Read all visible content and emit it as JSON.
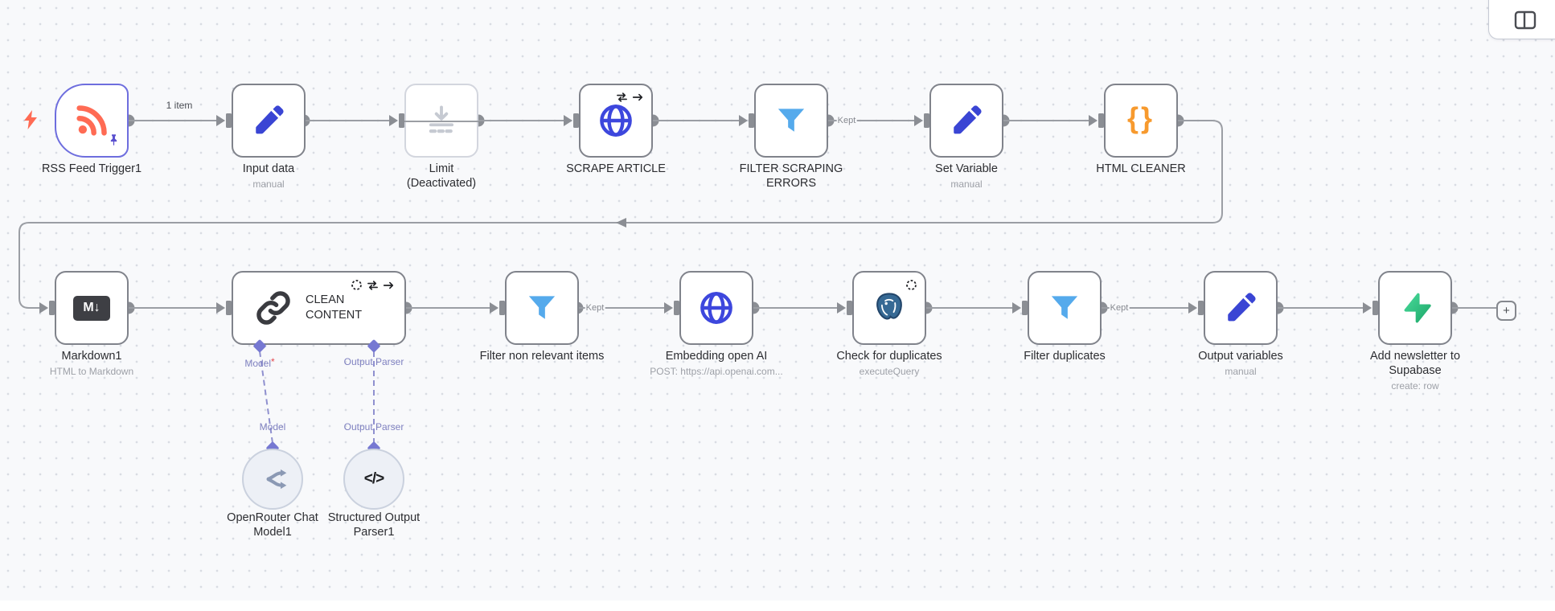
{
  "top_bar": {
    "panel_toggle_icon": "panel-right-icon"
  },
  "connection_labels": {
    "item_count": "1 item",
    "kept": "Kept"
  },
  "canvas_add_button": {
    "plus": "+"
  },
  "nodes": {
    "rss_feed_trigger": {
      "label": "RSS Feed Trigger1",
      "icon": "rss-icon",
      "pinned": true,
      "trigger": true
    },
    "input_data": {
      "label": "Input data",
      "subtitle": "manual",
      "icon": "edit-pencil-icon"
    },
    "limit": {
      "label": "Limit",
      "status": "(Deactivated)",
      "icon": "limit-icon",
      "deactivated": true
    },
    "scrape_article": {
      "label": "SCRAPE ARTICLE",
      "icon": "globe-icon",
      "setting_icons": [
        "repeat-icon",
        "arrow-right-icon"
      ]
    },
    "filter_scraping_errors": {
      "label": "FILTER SCRAPING ERRORS",
      "icon": "funnel-icon",
      "output_branch": "Kept"
    },
    "set_variable": {
      "label": "Set Variable",
      "subtitle": "manual",
      "icon": "edit-pencil-icon"
    },
    "html_cleaner": {
      "label": "HTML CLEANER",
      "icon": "curly-braces-icon",
      "icon_glyph": "{}"
    },
    "markdown1": {
      "label": "Markdown1",
      "subtitle": "HTML to Markdown",
      "icon": "markdown-icon",
      "icon_glyph": "M↓"
    },
    "clean_content": {
      "label": "CLEAN CONTENT",
      "icon": "chain-link-icon",
      "setting_icons": [
        "dashed-circle-icon",
        "repeat-icon",
        "arrow-right-icon"
      ],
      "inputs": {
        "model": "Model",
        "required_mark": "*",
        "output_parser": "Output Parser"
      }
    },
    "filter_non_relevant_items": {
      "label": "Filter non relevant items",
      "icon": "funnel-icon",
      "output_branch": "Kept"
    },
    "embedding_open_ai": {
      "label": "Embedding open AI",
      "subtitle": "POST: https://api.openai.com...",
      "icon": "globe-icon"
    },
    "check_for_duplicates": {
      "label": "Check for duplicates",
      "subtitle": "executeQuery",
      "icon": "postgres-icon",
      "setting_icons": [
        "dashed-circle-icon"
      ]
    },
    "filter_duplicates": {
      "label": "Filter duplicates",
      "icon": "funnel-icon",
      "output_branch": "Kept"
    },
    "output_variables": {
      "label": "Output variables",
      "subtitle": "manual",
      "icon": "edit-pencil-icon"
    },
    "add_newsletter_to_supabase": {
      "label": "Add newsletter to Supabase",
      "subtitle": "create: row",
      "icon": "supabase-icon"
    }
  },
  "sub_nodes": {
    "openrouter_chat_model1": {
      "label": "OpenRouter Chat Model1",
      "icon": "openrouter-icon",
      "port": "Model"
    },
    "structured_output_parser1": {
      "label": "Structured Output Parser1",
      "icon": "code-icon",
      "icon_glyph": "</>",
      "port": "Output Parser"
    }
  },
  "colors": {
    "canvas_bg": "#f8f9fb",
    "grid_dot": "#d9dce3",
    "node_border": "#80838b",
    "trigger_border": "#6e6ede",
    "deactivated_border": "#d3d6de",
    "wire": "#9b9ea4",
    "rss_orange": "#ff6b54",
    "pencil_blue": "#3a45d4",
    "globe_blue": "#3d47dd",
    "funnel_blue": "#55aaec",
    "braces_orange": "#f79a2e",
    "markdown_dark": "#3e3f44",
    "postgres_blue": "#366994",
    "supabase_green": "#3ecf8e",
    "sub_port_purple": "#7678d2",
    "port_label": "#7f81c0",
    "required_red": "#e5484d"
  }
}
